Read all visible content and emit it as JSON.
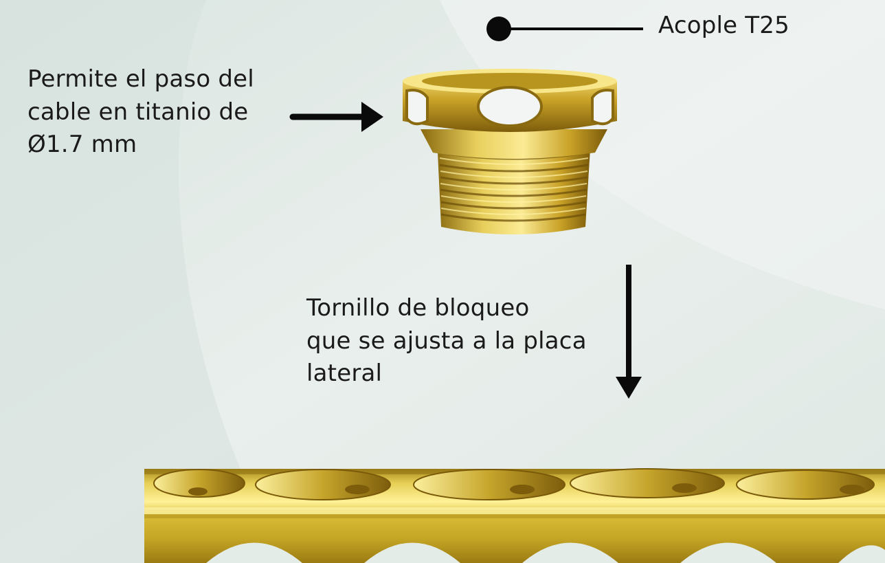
{
  "labels": {
    "acople": "Acople T25",
    "cable": "Permite el paso del\ncable en titanio de\nØ1.7 mm",
    "tornillo": "Tornillo de bloqueo\nque se ajusta a la placa\nlateral"
  },
  "colors": {
    "background": "#e4ece8",
    "gold": "#c9a227",
    "gold_dark": "#8a6a10",
    "gold_light": "#f3dc72",
    "arrow": "#0a0a0a",
    "text": "#1a1a1a"
  },
  "icons": {
    "screw": "locking-screw-image",
    "plate": "lateral-plate-image"
  }
}
